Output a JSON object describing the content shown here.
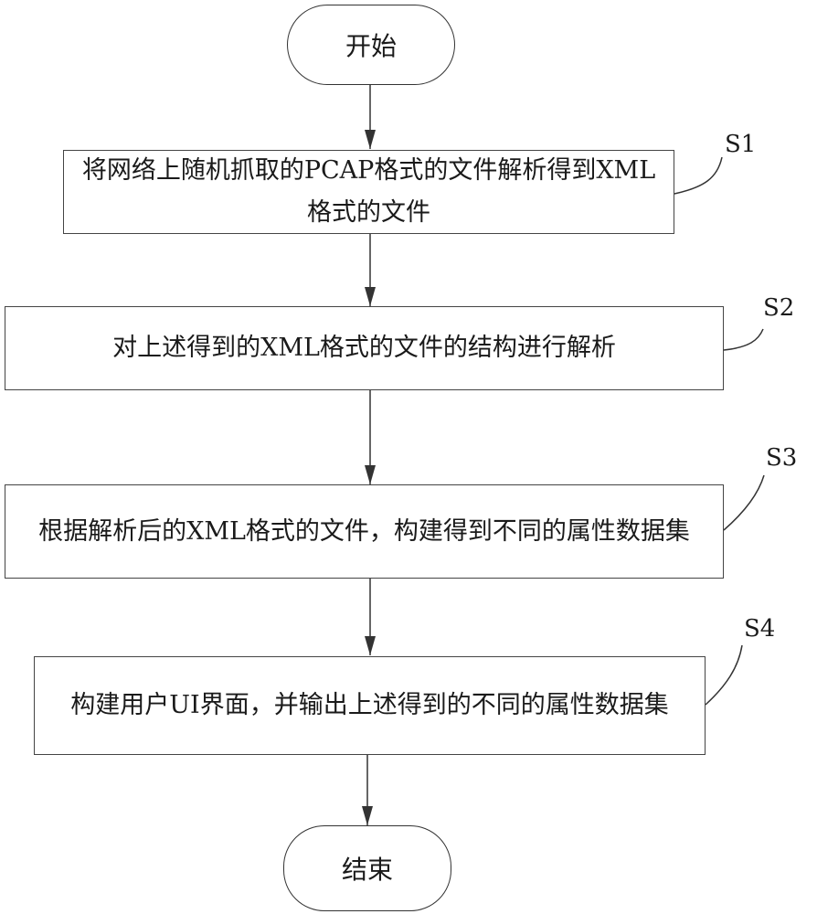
{
  "start": {
    "label": "开始"
  },
  "end": {
    "label": "结束"
  },
  "steps": [
    {
      "id": "S1",
      "text": "将网络上随机抓取的PCAP格式的文件解析得到XML格式的文件"
    },
    {
      "id": "S2",
      "text": "对上述得到的XML格式的文件的结构进行解析"
    },
    {
      "id": "S3",
      "text": "根据解析后的XML格式的文件，构建得到不同的属性数据集"
    },
    {
      "id": "S4",
      "text": "构建用户UI界面，并输出上述得到的不同的属性数据集"
    }
  ]
}
